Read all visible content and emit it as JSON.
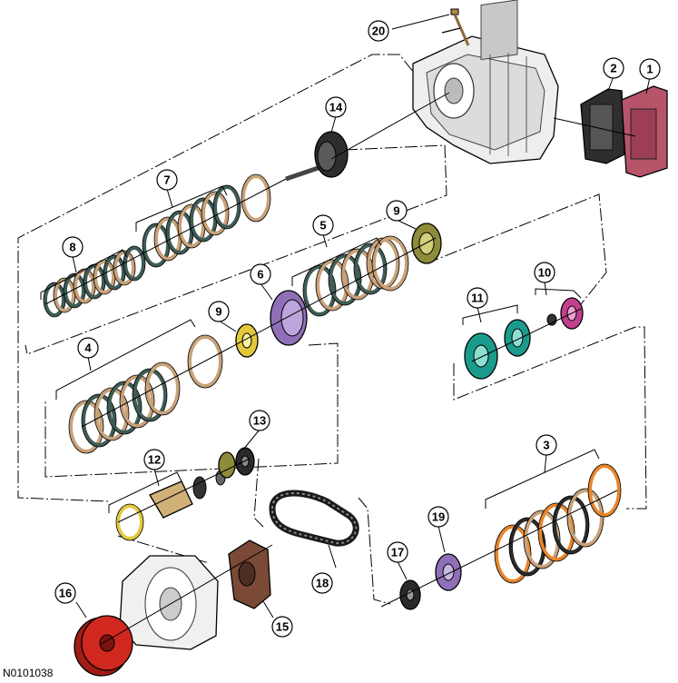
{
  "figure_id": "N0101038",
  "colors": {
    "friction": "#c9a27a",
    "steel": "#3f5c55",
    "teal": "#1a9b8c",
    "purple": "#8f70b8",
    "magenta": "#c0408f",
    "yellow": "#e3c83c",
    "olive": "#8e8b3a",
    "orange": "#e8862a",
    "red": "#d0281e",
    "dark": "#2a2a2a",
    "brown": "#7a4a36",
    "gray": "#d9d9d9"
  },
  "callouts": [
    {
      "id": "1",
      "label": "1"
    },
    {
      "id": "2",
      "label": "2"
    },
    {
      "id": "3",
      "label": "3"
    },
    {
      "id": "4",
      "label": "4"
    },
    {
      "id": "5",
      "label": "5"
    },
    {
      "id": "6",
      "label": "6"
    },
    {
      "id": "7",
      "label": "7"
    },
    {
      "id": "8",
      "label": "8"
    },
    {
      "id": "9a",
      "label": "9"
    },
    {
      "id": "9b",
      "label": "9"
    },
    {
      "id": "10",
      "label": "10"
    },
    {
      "id": "11",
      "label": "11"
    },
    {
      "id": "12",
      "label": "12"
    },
    {
      "id": "13",
      "label": "13"
    },
    {
      "id": "14",
      "label": "14"
    },
    {
      "id": "15",
      "label": "15"
    },
    {
      "id": "16",
      "label": "16"
    },
    {
      "id": "17",
      "label": "17"
    },
    {
      "id": "18",
      "label": "18"
    },
    {
      "id": "19",
      "label": "19"
    },
    {
      "id": "20",
      "label": "20"
    }
  ]
}
